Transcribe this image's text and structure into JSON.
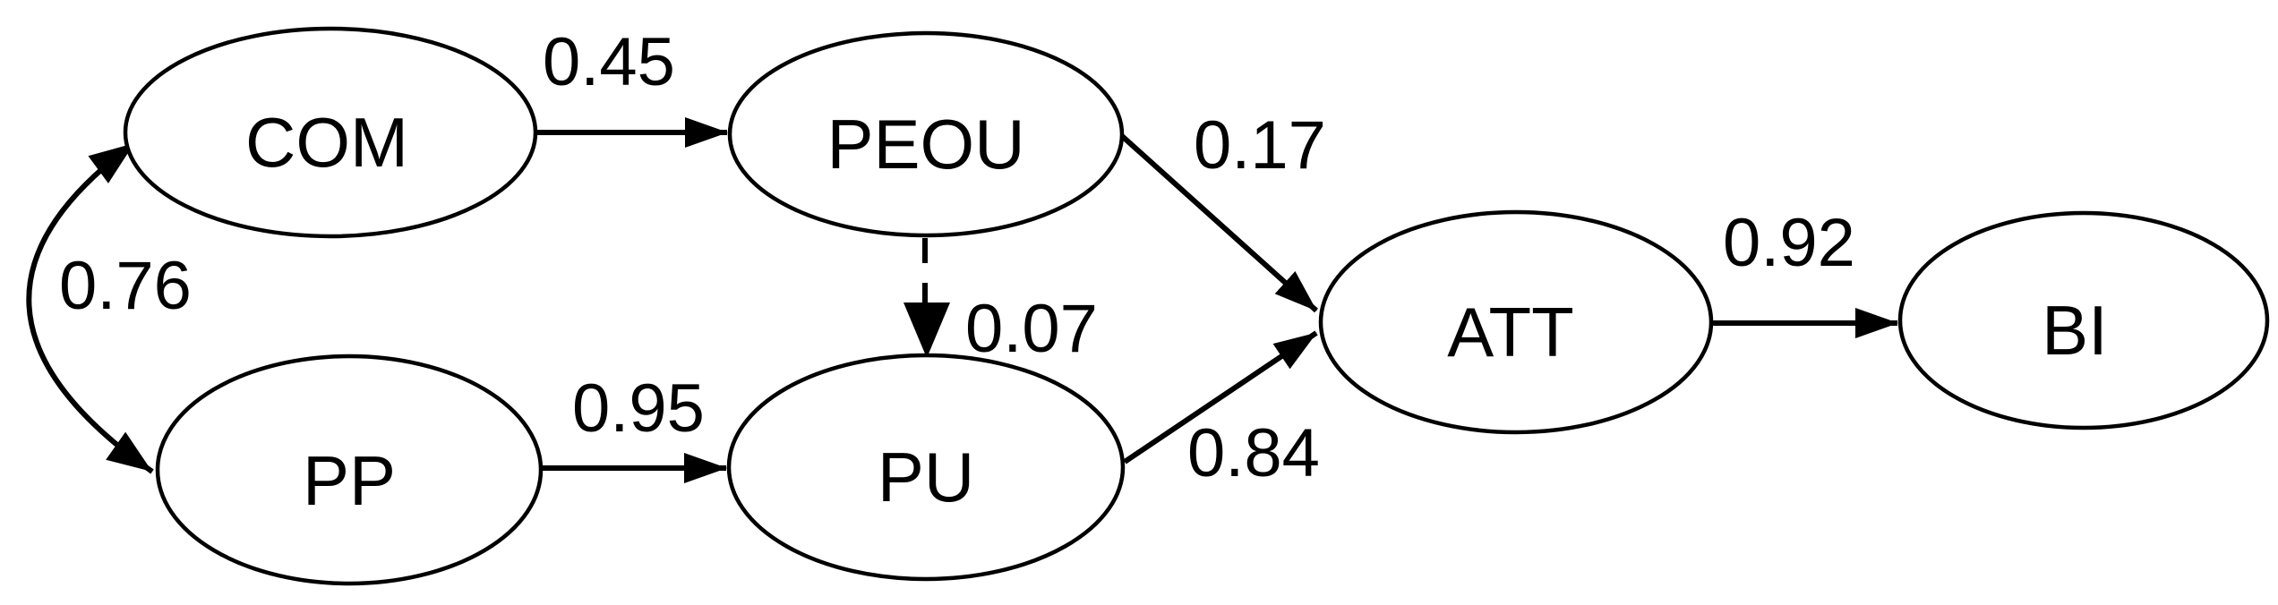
{
  "diagram": {
    "type": "path-model",
    "colors": {
      "stroke": "#000000",
      "node_fill": "#ffffff",
      "background": "#ffffff"
    },
    "nodes": {
      "com": {
        "label": "COM"
      },
      "peou": {
        "label": "PEOU"
      },
      "pp": {
        "label": "PP"
      },
      "pu": {
        "label": "PU"
      },
      "att": {
        "label": "ATT"
      },
      "bi": {
        "label": "BI"
      }
    },
    "edges": {
      "com_peou": {
        "from": "COM",
        "to": "PEOU",
        "label": "0.45",
        "style": "solid-arrow"
      },
      "pp_pu": {
        "from": "PP",
        "to": "PU",
        "label": "0.95",
        "style": "solid-arrow"
      },
      "com_pp": {
        "from": "COM",
        "to": "PP",
        "label": "0.76",
        "style": "curved-double-headed-arrow"
      },
      "peou_pu": {
        "from": "PEOU",
        "to": "PU",
        "label": "0.07",
        "style": "dashed-arrow"
      },
      "peou_att": {
        "from": "PEOU",
        "to": "ATT",
        "label": "0.17",
        "style": "solid-arrow"
      },
      "pu_att": {
        "from": "PU",
        "to": "ATT",
        "label": "0.84",
        "style": "solid-arrow"
      },
      "att_bi": {
        "from": "ATT",
        "to": "BI",
        "label": "0.92",
        "style": "solid-arrow"
      }
    }
  }
}
